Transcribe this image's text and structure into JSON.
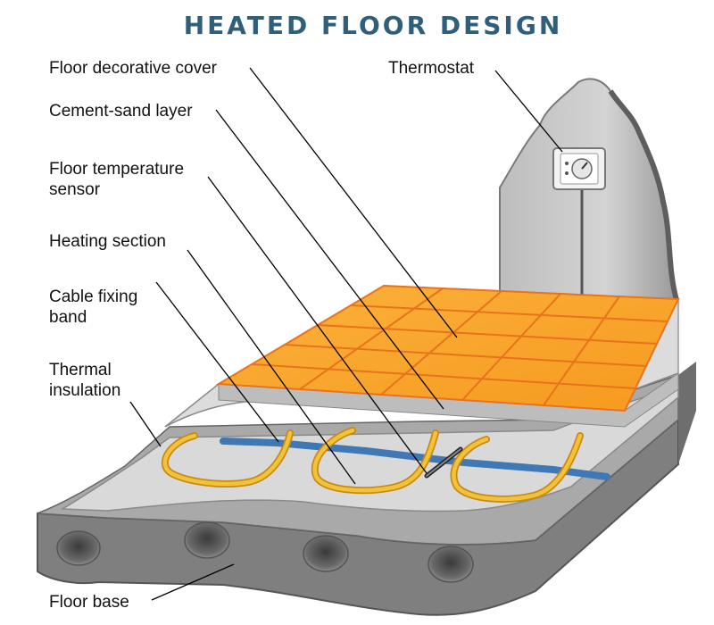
{
  "title": "HEATED FLOOR DESIGN",
  "labels": {
    "floor_decorative_cover": "Floor decorative cover",
    "thermostat": "Thermostat",
    "cement_sand_layer": "Cement-sand layer",
    "floor_temperature_sensor": [
      "Floor temperature",
      "sensor"
    ],
    "heating_section": "Heating section",
    "cable_fixing_band": [
      "Cable fixing",
      "band"
    ],
    "thermal_insulation": [
      "Thermal",
      "insulation"
    ],
    "floor_base": "Floor base"
  },
  "colors": {
    "title": "#2f5f7a",
    "tile": "#f9a12a",
    "tile_grout": "#e8731c",
    "cable": "#f2b92c",
    "fixing_band": "#3f78b4",
    "concrete": "#8c8c8c",
    "wall": "#c8c8c8"
  },
  "tile_grid": {
    "rows": 5,
    "cols": 5
  },
  "icons": [
    "thermostat-icon",
    "temperature-sensor-icon"
  ]
}
